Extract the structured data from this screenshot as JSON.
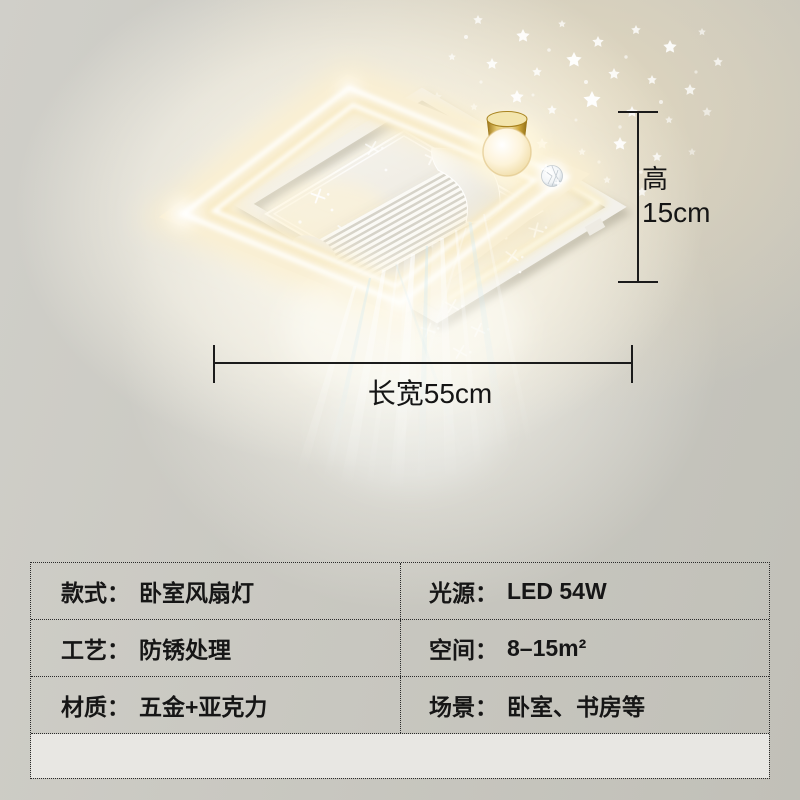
{
  "product_image": {
    "annotations": {
      "height_label": "高",
      "height_value": "15cm",
      "width_label": "长宽55cm"
    },
    "colors": {
      "background_grey": "#c9c8c1",
      "warm_glow": "#f7e9bb",
      "frame_white": "#f3f1eb",
      "gold_accent": "#cfa83c",
      "beam_blue": "#cde8f1",
      "annotation_line": "#1b1b1b"
    }
  },
  "spec_table": {
    "border_color": "#2b2b2b",
    "footer_bar_color": "#e8e7e3",
    "rows": [
      {
        "left": {
          "label": "款式：",
          "value": "卧室风扇灯"
        },
        "right": {
          "label": "光源：",
          "value": "LED 54W"
        }
      },
      {
        "left": {
          "label": "工艺：",
          "value": "防锈处理"
        },
        "right": {
          "label": "空间：",
          "value": "8–15m²"
        }
      },
      {
        "left": {
          "label": "材质：",
          "value": "五金+亚克力"
        },
        "right": {
          "label": "场景：",
          "value": "卧室、书房等"
        }
      }
    ]
  }
}
